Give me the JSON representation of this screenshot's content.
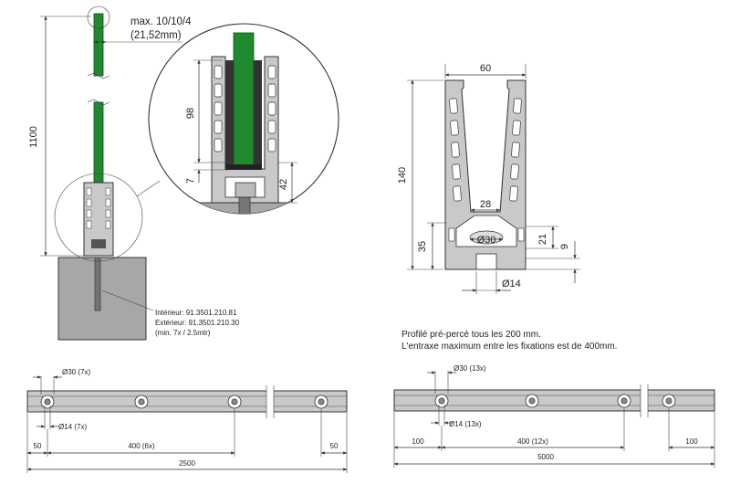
{
  "colors": {
    "glass": "#1f8a2e",
    "aluminium": "#c9c9c9",
    "concrete": "#a7a7a7",
    "line": "#333333"
  },
  "left_view": {
    "height_dim": "1100",
    "glass_note_line1": "max. 10/10/4",
    "glass_note_line2": "(21,52mm)",
    "detail_dim_98": "98",
    "detail_dim_7": "7",
    "detail_dim_42": "42",
    "anchor_note_line1": "Intérieur: 91.3501.210.81",
    "anchor_note_line2": "Extérieur: 91.3501.210.30",
    "anchor_note_line3": "(min. 7x / 2.5mtr)"
  },
  "profile_section": {
    "width_dim": "60",
    "height_dim": "140",
    "inner_dim": "28",
    "bore_dim": "Ø30",
    "base_dim": "35",
    "dim_21": "21",
    "dim_9": "9",
    "hole_dim": "Ø14"
  },
  "note": {
    "line1": "Profilé pré-percé tous les 200 mm.",
    "line2": "L'entraxe maximum entre les fixations est de 400mm."
  },
  "rail_short": {
    "bore_label": "Ø30 (7x)",
    "hole_label": "Ø14 (7x)",
    "edge_left": "50",
    "pitch": "400 (6x)",
    "edge_right": "50",
    "length": "2500"
  },
  "rail_long": {
    "bore_label": "Ø30 (13x)",
    "hole_label": "Ø14 (13x)",
    "edge_left": "100",
    "pitch": "400 (12x)",
    "edge_right": "100",
    "length": "5000"
  }
}
